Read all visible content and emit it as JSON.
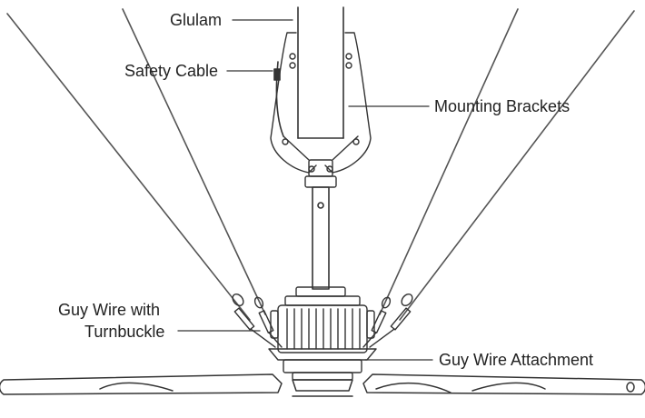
{
  "labels": {
    "glulam": "Glulam",
    "safety_cable": "Safety Cable",
    "mounting_brackets": "Mounting Brackets",
    "guy_wire_line1": "Guy Wire with",
    "guy_wire_line2": "Turnbuckle",
    "guy_wire_attachment": "Guy Wire Attachment"
  },
  "colors": {
    "stroke": "#333333",
    "background": "#ffffff"
  }
}
